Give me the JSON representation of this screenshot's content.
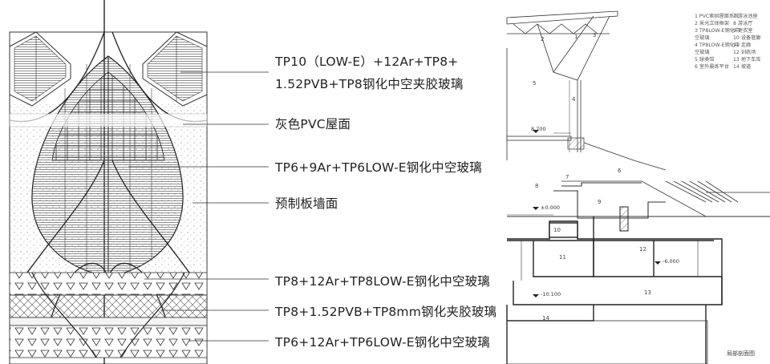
{
  "material_labels": [
    "TP10（LOW-E）+12Ar+TP8+",
    "1.52PVB+TP8钢化中空夹胶玻璃",
    "灰色PVC屋面",
    "TP6+9Ar+TP6LOW-E钢化中空玻璃",
    "预制板墙面",
    "TP8+12Ar+TP8LOW-E钢化中空玻璃",
    "TP8+1.52PVB+TP8mm钢化夹胶玻璃",
    "TP6+12Ar+TP6LOW-E钢化中空玻璃"
  ],
  "legend": [
    {
      "text": "1  PVC索拱屋面系统"
    },
    {
      "text": "2  采光立体框架"
    },
    {
      "text": "3  TP8LOW-E钢化中"
    },
    {
      "text": "    空玻璃"
    },
    {
      "text": "4  TP8LOW-E钢化中"
    },
    {
      "text": "    空玻璃"
    },
    {
      "text": "5  球类馆"
    },
    {
      "text": "6  室外晨练平台"
    },
    {
      "text": "7  游泳池座"
    },
    {
      "text": "8  游泳厅"
    },
    {
      "text": "9  更衣室"
    },
    {
      "text": "10  设备管廊"
    },
    {
      "text": "11  走廊"
    },
    {
      "text": "12  训练场"
    },
    {
      "text": "13  地下车库"
    },
    {
      "text": "14  坡道"
    }
  ],
  "section_numbers": [
    "1",
    "2",
    "3",
    "4",
    "5",
    "6",
    "7",
    "8",
    "9",
    "10",
    "11",
    "12",
    "13",
    "14"
  ],
  "levels": [
    "8.700",
    "±0.000",
    "-6.000",
    "-10.100"
  ],
  "caption": "局部剖面图"
}
